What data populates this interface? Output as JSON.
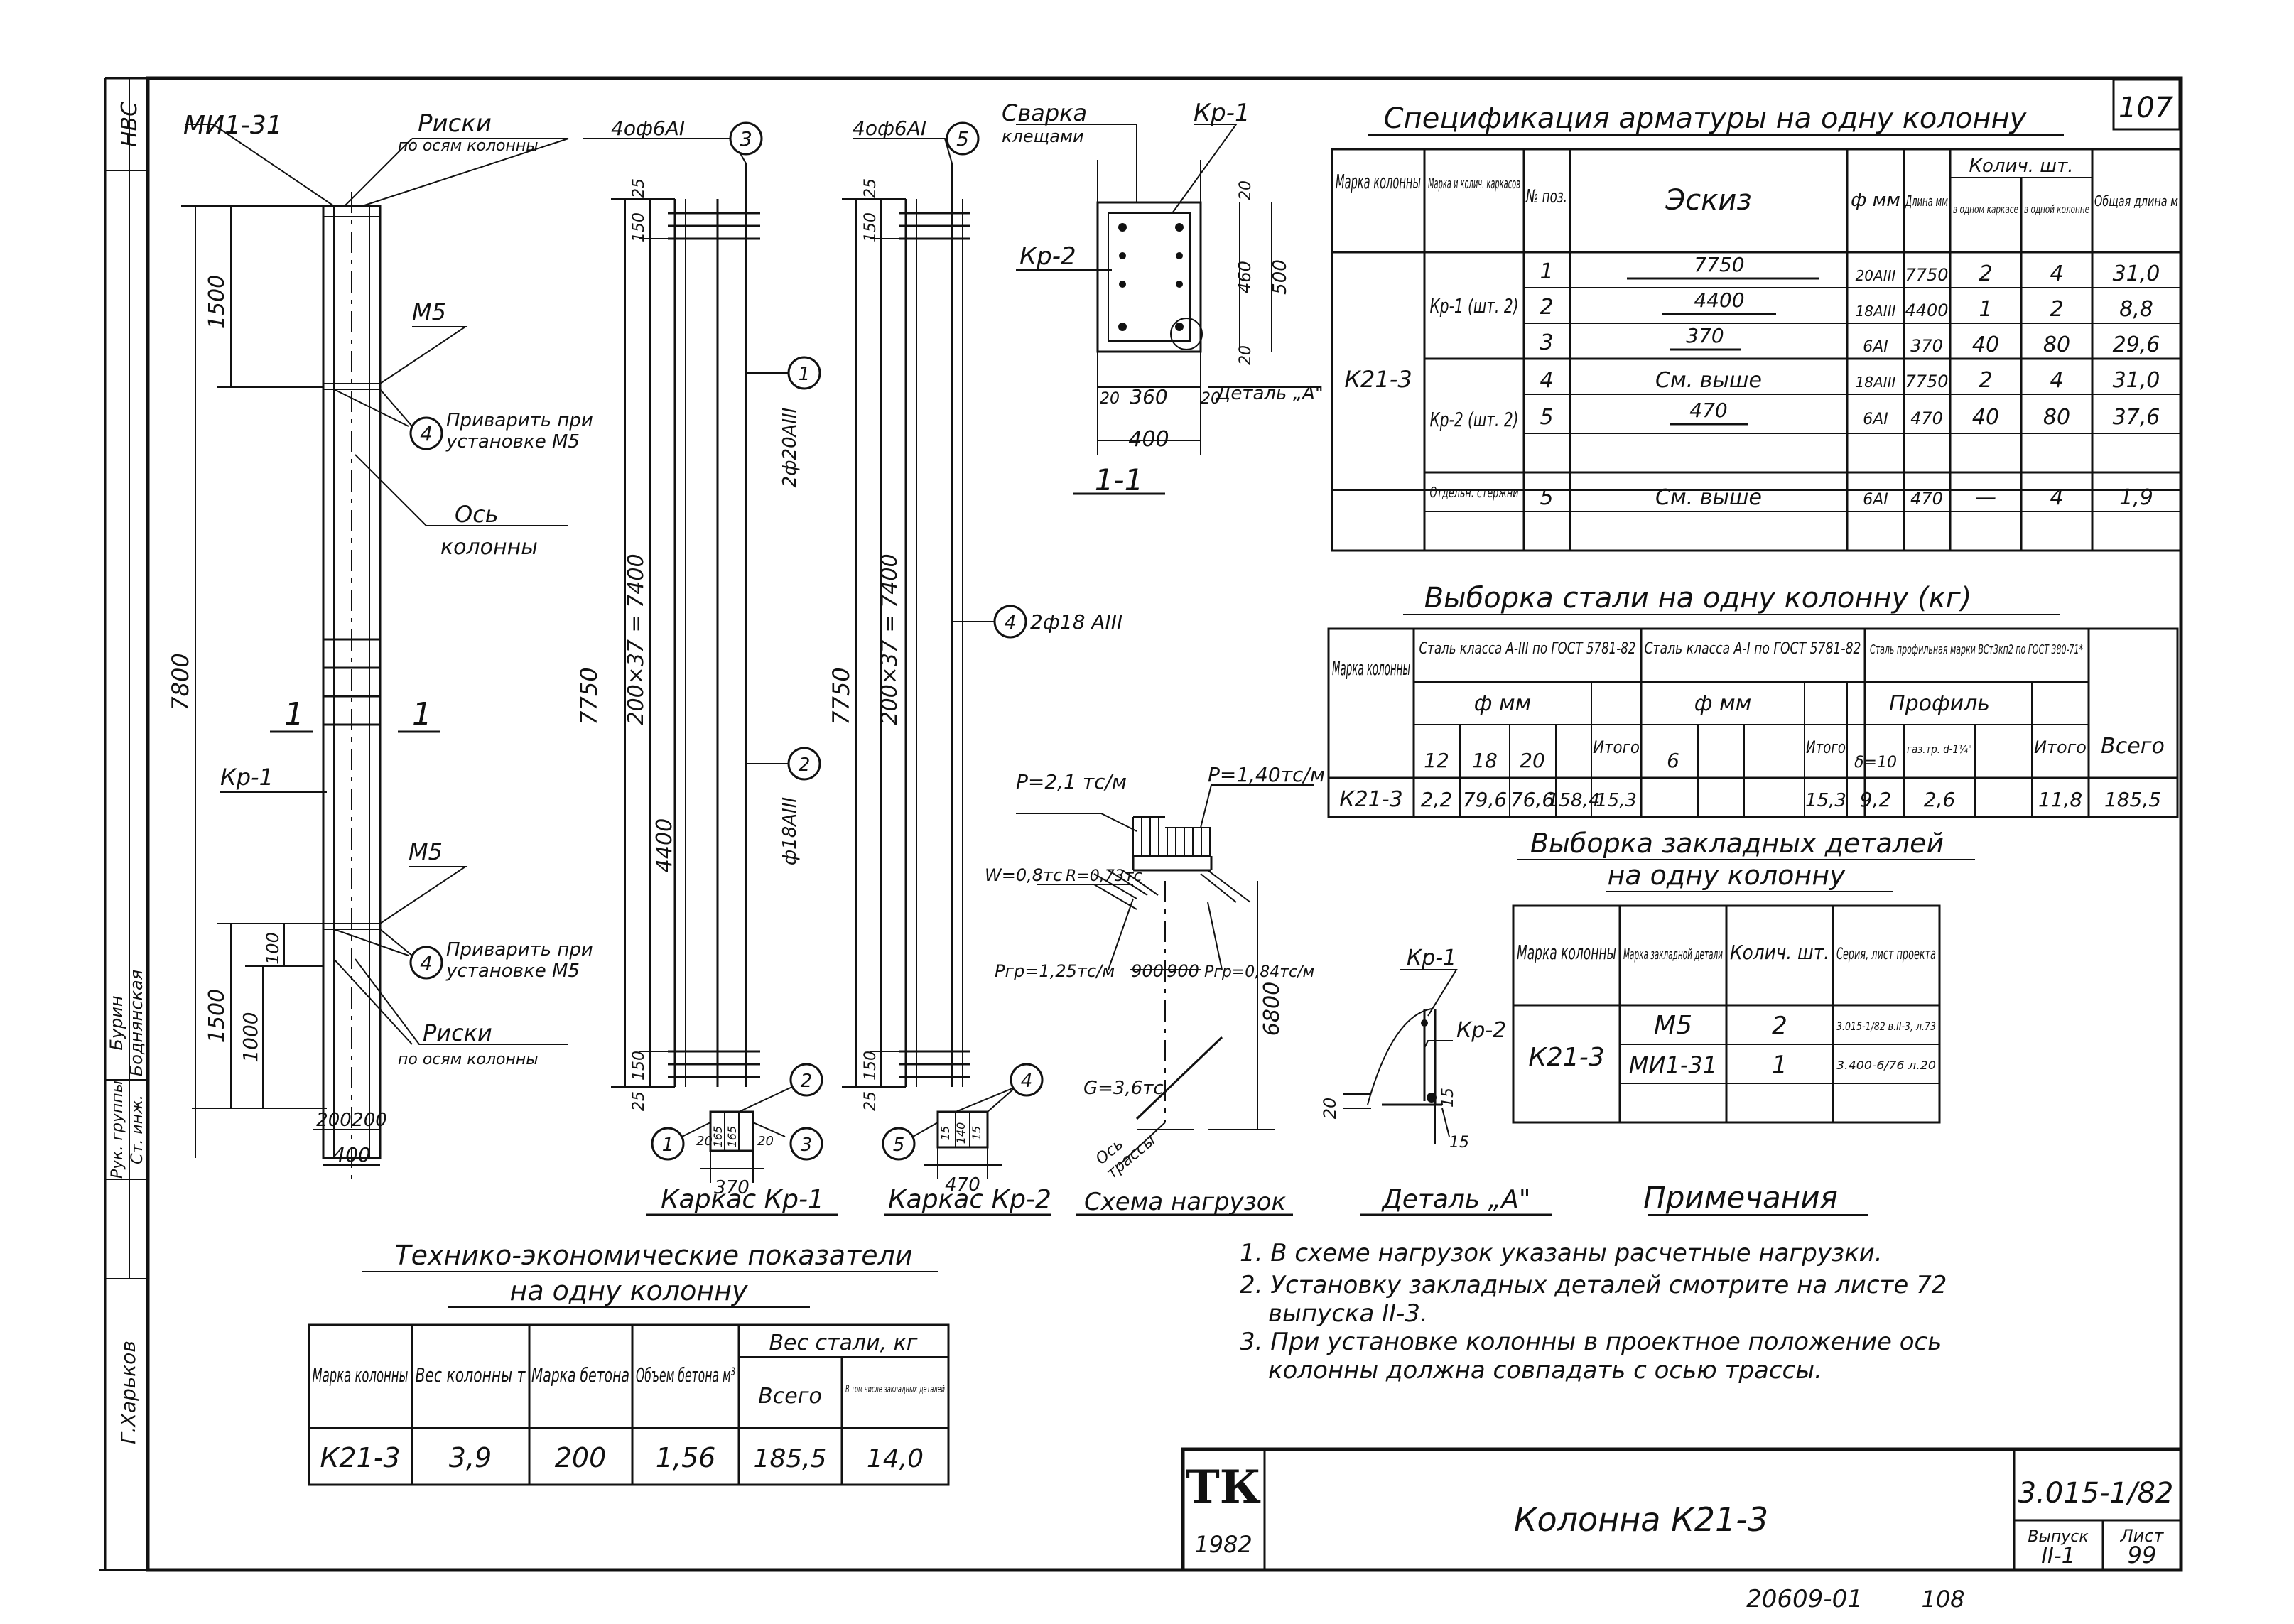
{
  "sheet_no": "107",
  "left_strip": {
    "cells": [
      "НВС",
      "Рук. группы",
      "Ст. инж.",
      "Бурин",
      "Боднянская",
      "Г.Харьков"
    ]
  },
  "column_elevation": {
    "mark_top": "МИ1-31",
    "risks_top": "Риски",
    "risks_top_sub": "по осям колонны",
    "m5_top": "М5",
    "weld_top_num": "4",
    "weld_top_l1": "Приварить при",
    "weld_top_l2": "установке М5",
    "axis_l1": "Ось",
    "axis_l2": "колонны",
    "section_a": "1",
    "section_b": "1",
    "kr1": "Кр-1",
    "m5_bot": "М5",
    "weld_bot_num": "4",
    "weld_bot_l1": "Приварить при",
    "weld_bot_l2": "установке М5",
    "risks_bot": "Риски",
    "risks_bot_sub": "по осям колонны",
    "dim_1500_top": "1500",
    "dim_7800": "7800",
    "dim_1500_bot": "1500",
    "dim_1000": "1000",
    "dim_100": "100",
    "dim_200a": "200",
    "dim_200b": "200",
    "dim_400": "400"
  },
  "cage1": {
    "top_label": "4оф6АI",
    "top_num": "3",
    "dim_25": "25",
    "dim_150": "150",
    "dim_7750": "7750",
    "dim_pitch": "200×37 = 7400",
    "dim_4400": "4400",
    "call1_num": "1",
    "call1_text": "2ф20АIII",
    "call2_num": "2",
    "call2_text": "ф18АIII",
    "dim_150b": "150",
    "dim_25b": "25",
    "sec_n1": "1",
    "sec_n2": "2",
    "sec_n3": "3",
    "sec_20a": "20",
    "sec_165a": "165",
    "sec_165b": "165",
    "sec_20b": "20",
    "sec_370": "370",
    "caption": "Каркас Кр-1"
  },
  "cage2": {
    "top_label": "4оф6АI",
    "top_num": "5",
    "dim_25": "25",
    "dim_150": "150",
    "dim_7750": "7750",
    "dim_pitch": "200×37 = 7400",
    "call4_num": "4",
    "call4_text": "2ф18 АIII",
    "dim_150b": "150",
    "dim_25b": "25",
    "sec_n5": "5",
    "sec_n4": "4",
    "sec_a": "15",
    "sec_b": "140",
    "sec_c": "15",
    "sec_470": "470",
    "caption": "Каркас Кр-2"
  },
  "section11": {
    "weld_l1": "Сварка",
    "weld_l2": "клещами",
    "kr1": "Кр-1",
    "kr2": "Кр-2",
    "dim_20t": "20",
    "dim_460": "460",
    "dim_500": "500",
    "dim_20b": "20",
    "dim_20l": "20",
    "dim_360": "360",
    "dim_20r": "20",
    "dim_400": "400",
    "detail": "Деталь „А\"",
    "caption": "1-1"
  },
  "load_scheme": {
    "p1": "Р=2,1 тс/м",
    "p2": "Р=1,40тс/м",
    "w": "W=0,8тс",
    "r": "R=0,73тс",
    "pgr1": "Ргр=1,25тс/м",
    "d900a": "900",
    "d900b": "900",
    "pgr2": "Ргр=0,84тс/м",
    "h6800": "6800",
    "g": "G=3,6тс",
    "axis_l1": "Ось",
    "axis_l2": "трассы",
    "caption": "Схема нагрузок"
  },
  "detail_a": {
    "kr1": "Кр-1",
    "kr2": "Кр-2",
    "d20": "20",
    "d15a": "15",
    "d15b": "15",
    "caption": "Деталь „А\""
  },
  "spec": {
    "title": "Спецификация арматуры на одну колонну",
    "headers": {
      "mark": "Марка колонны",
      "cage": "Марка и колич. карка­сов",
      "pos": "№ поз.",
      "sketch": "Эскиз",
      "dia": "ф мм",
      "len": "Длина мм",
      "qty": "Колич. шт.",
      "qty_cage": "в одном карка­се",
      "qty_col": "в одной колон­не",
      "total": "Общая длина м"
    },
    "col_mark": "К21-3",
    "groups": [
      {
        "cage": "Кр-1 (шт. 2)",
        "rows": [
          {
            "pos": "1",
            "sketch": "7750",
            "dia": "20АIII",
            "len": "7750",
            "qc": "2",
            "qn": "4",
            "tot": "31,0"
          },
          {
            "pos": "2",
            "sketch": "4400",
            "dia": "18АIII",
            "len": "4400",
            "qc": "1",
            "qn": "2",
            "tot": "8,8"
          },
          {
            "pos": "3",
            "sketch": "370",
            "dia": "6АI",
            "len": "370",
            "qc": "40",
            "qn": "80",
            "tot": "29,6"
          }
        ]
      },
      {
        "cage": "Кр-2 (шт. 2)",
        "rows": [
          {
            "pos": "4",
            "sketch": "См. выше",
            "dia": "18АIII",
            "len": "7750",
            "qc": "2",
            "qn": "4",
            "tot": "31,0"
          },
          {
            "pos": "5",
            "sketch": "470",
            "dia": "6АI",
            "len": "470",
            "qc": "40",
            "qn": "80",
            "tot": "37,6"
          }
        ]
      },
      {
        "cage": "Отдельн. стержни",
        "rows": [
          {
            "pos": "5",
            "sketch": "См. выше",
            "dia": "6АI",
            "len": "470",
            "qc": "—",
            "qn": "4",
            "tot": "1,9"
          }
        ]
      }
    ]
  },
  "steel": {
    "title": "Выборка стали на одну колонну (кг)",
    "h_mark": "Марка колонны",
    "h_a3": "Сталь класса А-III по ГОСТ 5781-82",
    "h_a1": "Сталь класса А-I по ГОСТ 5781-82",
    "h_prof": "Сталь профильная марки ВСт3кп2 по ГОСТ 380-71*",
    "h_fmm1": "ф мм",
    "h_fmm2": "ф мм",
    "h_prof2": "Профиль",
    "h_itogo": "Итого",
    "h_itogo2": "Итого",
    "h_itogo3": "Итого",
    "h_vsego": "Всего",
    "d12": "12",
    "d18": "18",
    "d20": "20",
    "d6": "6",
    "p_sheet": "δ=10",
    "p_pipe": "газ.тр. d-1¼\"",
    "row": {
      "mark": "К21-3",
      "v12": "2,2",
      "v18": "79,6",
      "v20": "76,6",
      "it1": "158,4",
      "v6": "15,3",
      "it2": "15,3",
      "ps": "9,2",
      "pp": "2,6",
      "it3": "11,8",
      "all": "185,5"
    }
  },
  "embedded": {
    "title_l1": "Выборка закладных деталей",
    "title_l2": "на одну колонну",
    "h_mark": "Марка колонны",
    "h_part": "Марка заклад­ной детали",
    "h_qty": "Колич. шт.",
    "h_series": "Серия, лист проекта",
    "col_mark": "К21-3",
    "rows": [
      {
        "part": "М5",
        "qty": "2",
        "series": "3.015-1/82 в.II-3, л.73"
      },
      {
        "part": "МИ1-31",
        "qty": "1",
        "series": "3.400-6/76 л.20"
      }
    ]
  },
  "notes": {
    "title": "Примечания",
    "items": [
      "1. В схеме нагрузок указаны расчетные нагрузки.",
      "2. Установку закладных деталей смотрите на листе 72",
      "выпуска II-3.",
      "3. При установке колонны в проектное положение ось",
      "колонны должна совпадать с осью трассы."
    ]
  },
  "tech": {
    "title_l1": "Технико-экономические показатели",
    "title_l2": "на одну колонну",
    "h_mark": "Марка колонны",
    "h_weight": "Вес колонны т",
    "h_concrete": "Марка бетона",
    "h_volume": "Объем бетона м³",
    "h_steel": "Вес стали, кг",
    "h_total": "Всего",
    "h_emb": "В том числе закладных деталей",
    "row": {
      "mark": "К21-3",
      "weight": "3,9",
      "concrete": "200",
      "volume": "1,56",
      "total": "185,5",
      "emb": "14,0"
    }
  },
  "stamp": {
    "org": "ТК",
    "year": "1982",
    "title": "Колонна К21-3",
    "code": "3.015-1/82",
    "issue_h": "Выпуск",
    "issue": "II-1",
    "sheet_h": "Лист",
    "sheet": "99"
  },
  "footer": {
    "archive": "20609-01",
    "page": "108"
  }
}
